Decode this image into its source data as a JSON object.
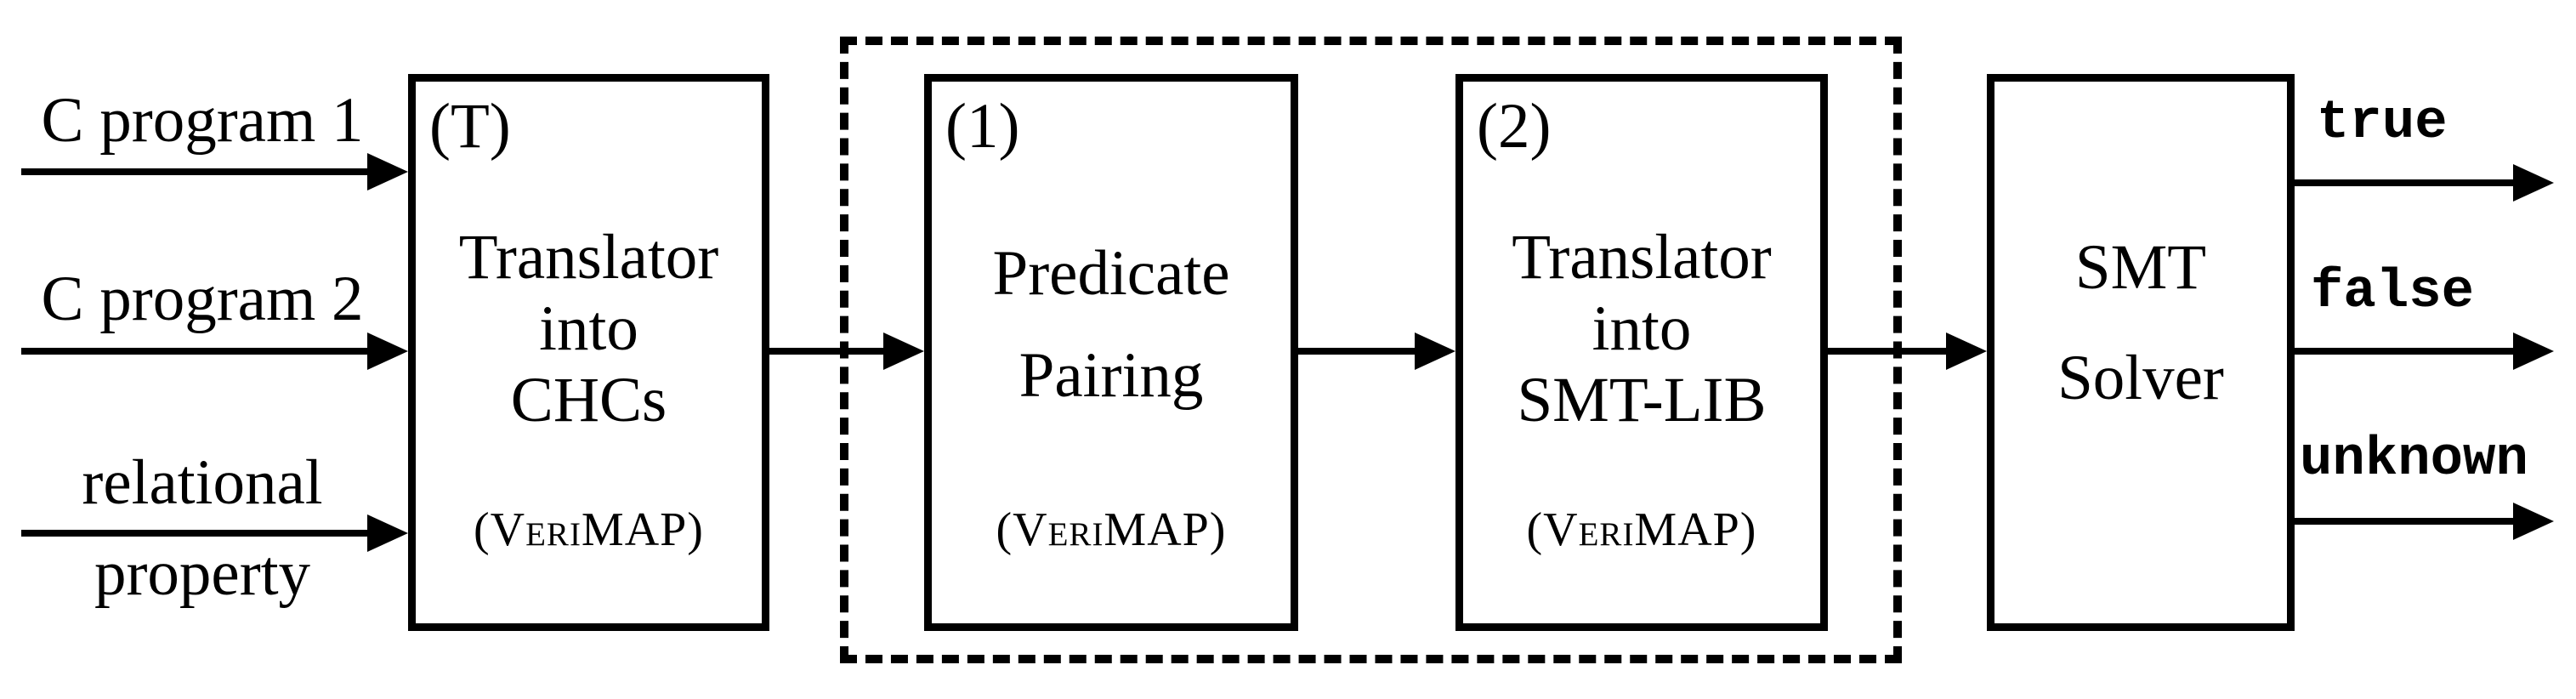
{
  "diagram": {
    "background": "#ffffff",
    "line_color": "#000000",
    "inputs": [
      {
        "label": "C program 1"
      },
      {
        "label": "C program 2"
      },
      {
        "label_line1": "relational",
        "label_line2": "property"
      }
    ],
    "boxes": {
      "translator_chcs": {
        "tag": "(T)",
        "line1": "Translator",
        "line2": "into",
        "line3": "CHCs",
        "subtitle": "(VeriMAP)"
      },
      "predicate_pairing": {
        "tag": "(1)",
        "line1": "Predicate",
        "line2": "Pairing",
        "subtitle": "(VeriMAP)"
      },
      "translator_smtlib": {
        "tag": "(2)",
        "line1": "Translator",
        "line2": "into",
        "line3": "SMT-LIB",
        "subtitle": "(VeriMAP)"
      },
      "smt_solver": {
        "line1": "SMT",
        "line2": "Solver"
      }
    },
    "outputs": [
      {
        "label": "true"
      },
      {
        "label": "false"
      },
      {
        "label": "unknown"
      }
    ]
  }
}
